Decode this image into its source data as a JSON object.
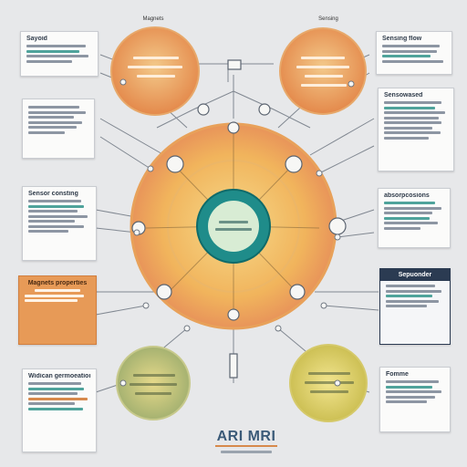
{
  "brand": {
    "logo_text": "ARI MRI",
    "colors": {
      "accent_orange": "#e79a57",
      "accent_teal": "#1f8c8a",
      "navy": "#2b3b52",
      "ring_yellow": "#f3c96a"
    }
  },
  "hub": {
    "center_text": "",
    "core_color": "#1f8c8a"
  },
  "satellites": [
    {
      "name": "Magnets",
      "color": "#eaa25e"
    },
    {
      "name": "Sensing",
      "color": "#eaa25e"
    },
    {
      "name": "",
      "color": "#c6c87a"
    },
    {
      "name": "",
      "color": "#d8cf6a"
    }
  ],
  "cards": [
    {
      "title": "Sayoid",
      "lines": 4
    },
    {
      "title": "Sensing flow",
      "lines": 4
    },
    {
      "title": "",
      "lines": 6
    },
    {
      "title": "Sensowased",
      "lines": 8
    },
    {
      "title": "Sensor consting",
      "lines": 7
    },
    {
      "title": "absorpcosions",
      "lines": 6
    },
    {
      "title": "Magnets properties",
      "lines": 3
    },
    {
      "title": "Sepuonder",
      "lines": 5
    },
    {
      "title": "Widican germoeation",
      "lines": 6
    },
    {
      "title": "Fomme",
      "lines": 5
    }
  ]
}
